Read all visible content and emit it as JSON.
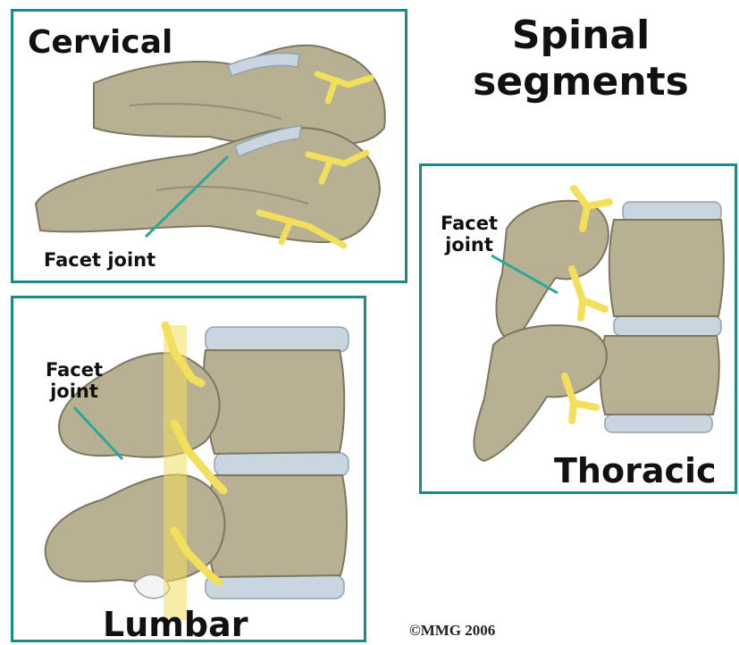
{
  "title": "Spinal segments",
  "panels": {
    "cervical": {
      "label": "Cervical",
      "facet_label": "Facet joint"
    },
    "lumbar": {
      "label": "Lumbar",
      "facet_label": "Facet joint"
    },
    "thoracic": {
      "label": "Thoracic",
      "facet_label": "Facet joint"
    }
  },
  "copyright": "©MMG 2006",
  "colors": {
    "frame": "#1f8a84",
    "bone": "#b8b093",
    "bone_shadow": "#7d7660",
    "nerve": "#f2df5c",
    "disc": "#c9d6e0",
    "pointer_line": "#2aa79c"
  }
}
